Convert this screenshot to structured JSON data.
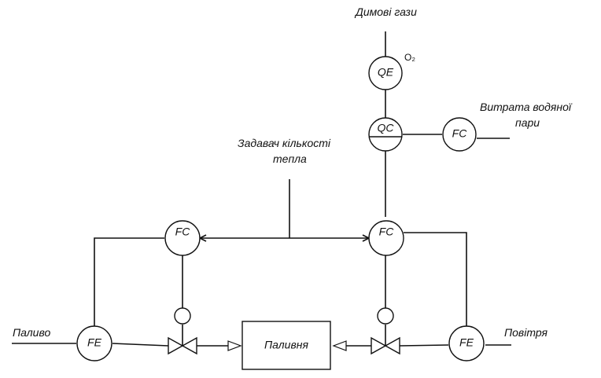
{
  "labels": {
    "flue_gas": "Димові гази",
    "o2": "O₂",
    "steam_flow_line1": "Витрата водяної",
    "steam_flow_line2": "пари",
    "heat_setpoint_line1": "Задавач кількості",
    "heat_setpoint_line2": "тепла",
    "fuel": "Паливо",
    "air": "Повітря",
    "furnace": "Паливня"
  },
  "instruments": {
    "qe": "QE",
    "qc": "QC",
    "fc_steam": "FC",
    "fc_fuel": "FC",
    "fc_air": "FC",
    "fe_fuel": "FE",
    "fe_air": "FE"
  }
}
